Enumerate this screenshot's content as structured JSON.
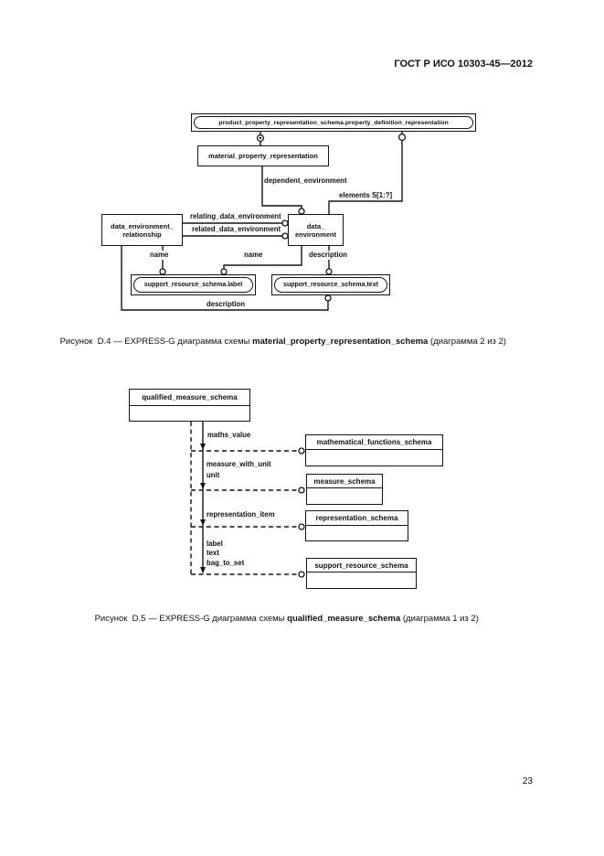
{
  "page": {
    "header": "ГОСТ Р ИСО 10303-45—2012",
    "page_number": "23"
  },
  "diagram1": {
    "caption": {
      "prefix": "Рисунок  D.4 — EXPRESS-G диаграмма схемы ",
      "bold": "material_property_representation_schema",
      "suffix": " (диаграмма 2 из 2)"
    },
    "boxes": {
      "interschema_top": "product_property_representation_schema.property_definition_representation",
      "material": "material_property_representation",
      "relationship_line1": "data_environment_",
      "relationship_line2": "relationship",
      "data_line1": "data_",
      "data_line2": "environment",
      "label_ref": "support_resource_schema.label",
      "text_ref": "support_resource_schema.text"
    },
    "labels": {
      "dependent": "dependent_environment",
      "elements": "elements S[1:?]",
      "relating": "relating_data_environment",
      "related": "related_data_environment",
      "name_left": "name",
      "name_mid": "name",
      "description_right": "description",
      "description_bottom": "description"
    }
  },
  "diagram2": {
    "caption": {
      "prefix": "Рисунок  D.5 — EXPRESS-G диаграмма схемы ",
      "bold": "qualified_measure_schema",
      "suffix": " (диаграмма 1 из 2)"
    },
    "boxes": {
      "qualified": "qualified_measure_schema",
      "math": "mathematical_functions_schema",
      "measure": "measure_schema",
      "representation": "representation_schema",
      "support": "support_resource_schema"
    },
    "labels": {
      "maths_value": "maths_value",
      "measure_with_unit": "measure_with_unit",
      "unit": "unit",
      "representation_item": "representation_item",
      "label": "label",
      "text": "text",
      "bag_to_set": "bag_to_set"
    }
  }
}
